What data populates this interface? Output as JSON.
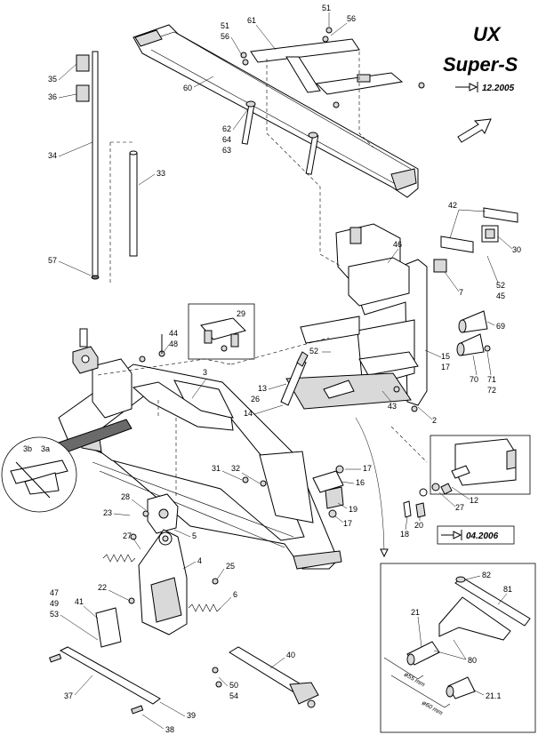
{
  "header": {
    "model_line1": "UX",
    "model_line2": "Super-S",
    "date_main": "12.2005",
    "date_detail": "04.2006"
  },
  "detail_circle": {
    "labels": [
      "3b",
      "3a"
    ]
  },
  "dimensions": {
    "d1": "ø55 mm",
    "d2": "ø60 mm"
  },
  "callouts": [
    "51",
    "56",
    "61",
    "51",
    "56",
    "60",
    "62",
    "64",
    "63",
    "35",
    "36",
    "34",
    "33",
    "57",
    "42",
    "46",
    "30",
    "52",
    "45",
    "7",
    "69",
    "29",
    "44",
    "48",
    "3",
    "52",
    "15",
    "17",
    "13",
    "26",
    "14",
    "70",
    "71",
    "72",
    "43",
    "2",
    "31",
    "32",
    "17",
    "16",
    "28",
    "23",
    "19",
    "17",
    "27",
    "12",
    "5",
    "27",
    "4",
    "25",
    "18",
    "20",
    "22",
    "47",
    "49",
    "53",
    "41",
    "6",
    "40",
    "37",
    "50",
    "54",
    "39",
    "38",
    "82",
    "81",
    "21",
    "80",
    "21.1"
  ]
}
